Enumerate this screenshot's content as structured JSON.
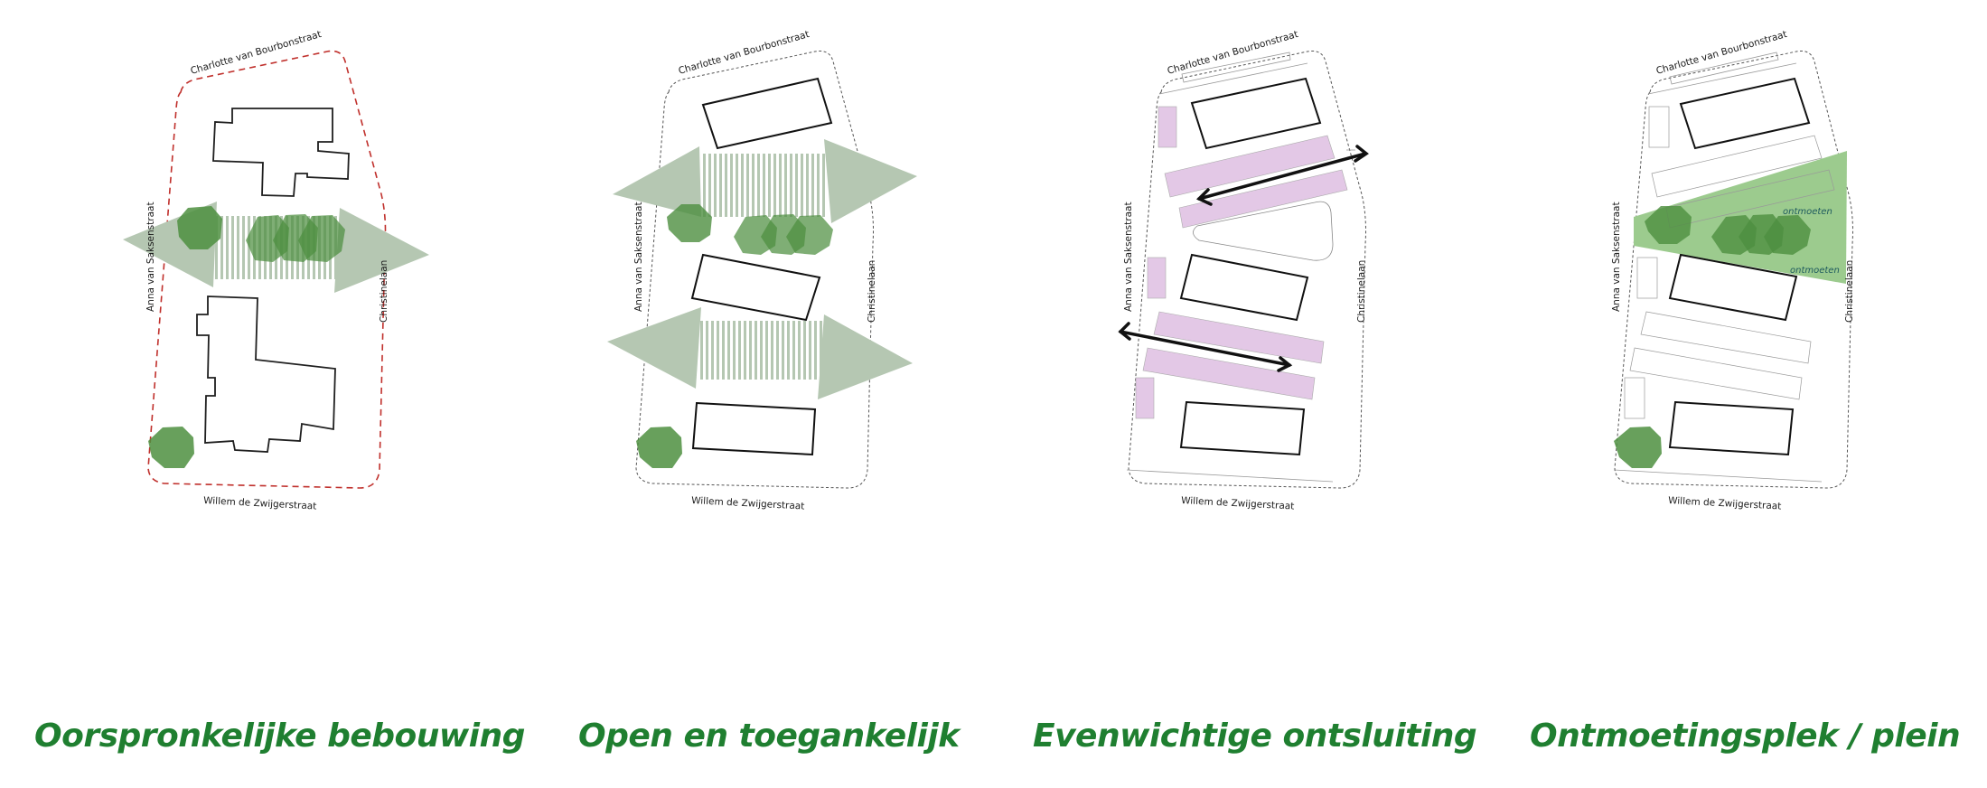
{
  "colors": {
    "title": "#1f7f30",
    "boundary_original": "#c0302c",
    "boundary": "#555555",
    "building": "#1a1a1a",
    "tree": "#4d8f40",
    "tree_dark": "#2e7a2e",
    "flow_arrow": "#b5c7b2",
    "parking": "#e3c8e6",
    "plaza": "#9ccb8e",
    "meet_label": "#1e5a5e"
  },
  "streets": {
    "north": "Charlotte van Bourbonstraat",
    "west": "Anna van  Saksenstraat",
    "east": "Christinelaan",
    "south": "Willem de Zwijgerstraat"
  },
  "panels": [
    {
      "id": "p1",
      "title": "Oorspronkelijke bebouwing"
    },
    {
      "id": "p2",
      "title": "Open en toegankelijk"
    },
    {
      "id": "p3",
      "title": "Evenwichtige ontsluiting"
    },
    {
      "id": "p4",
      "title": "Ontmoetingsplek / plein",
      "labels": [
        "ontmoeten",
        "ontmoeten"
      ]
    }
  ]
}
